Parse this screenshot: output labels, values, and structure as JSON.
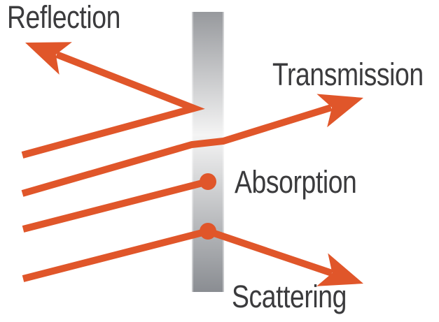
{
  "diagram": {
    "labels": {
      "reflection": "Reflection",
      "transmission": "Transmission",
      "absorption": "Absorption",
      "scattering": "Scattering"
    },
    "colors": {
      "ray": "#e0562a",
      "text": "#3b3b3d",
      "background": "#ffffff",
      "slab_top": "#97999d",
      "slab_mid": "#f4f4f4",
      "slab_bottom": "#8a8d92"
    }
  }
}
